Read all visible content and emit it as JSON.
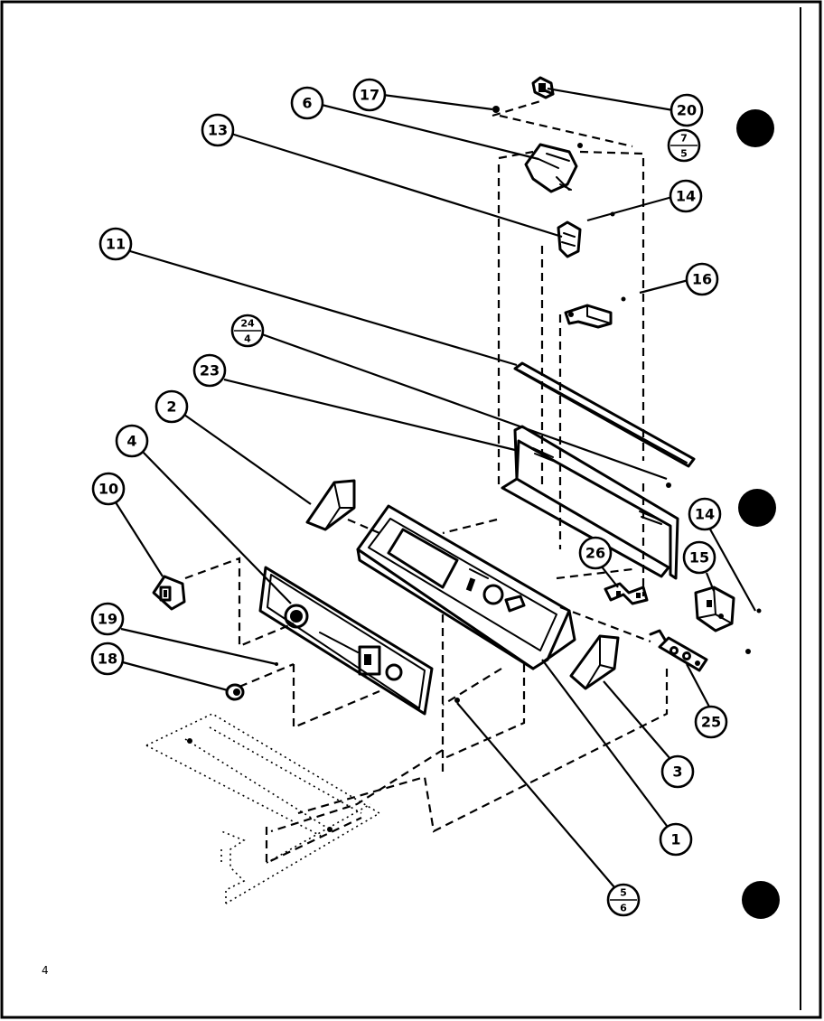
{
  "colors": {
    "ink": "#000000",
    "paper": "#ffffff"
  },
  "page_mark": "4",
  "callouts": [
    {
      "id": "c20",
      "label": "20"
    },
    {
      "id": "c17",
      "label": "17"
    },
    {
      "id": "c6",
      "label": "6"
    },
    {
      "id": "c13",
      "label": "13"
    },
    {
      "id": "c14a",
      "label": "14"
    },
    {
      "id": "c16",
      "label": "16"
    },
    {
      "id": "c11",
      "label": "11"
    },
    {
      "id": "c23",
      "label": "23"
    },
    {
      "id": "c2",
      "label": "2"
    },
    {
      "id": "c4",
      "label": "4"
    },
    {
      "id": "c10",
      "label": "10"
    },
    {
      "id": "c19",
      "label": "19"
    },
    {
      "id": "c18",
      "label": "18"
    },
    {
      "id": "c26",
      "label": "26"
    },
    {
      "id": "c14b",
      "label": "14"
    },
    {
      "id": "c15",
      "label": "15"
    },
    {
      "id": "c25",
      "label": "25"
    },
    {
      "id": "c3",
      "label": "3"
    },
    {
      "id": "c1",
      "label": "1"
    }
  ],
  "split_callouts": [
    {
      "id": "c7_5",
      "top": "7",
      "bottom": "5"
    },
    {
      "id": "c24_4",
      "top": "24",
      "bottom": "4"
    },
    {
      "id": "c5_6",
      "top": "5",
      "bottom": "6"
    }
  ]
}
